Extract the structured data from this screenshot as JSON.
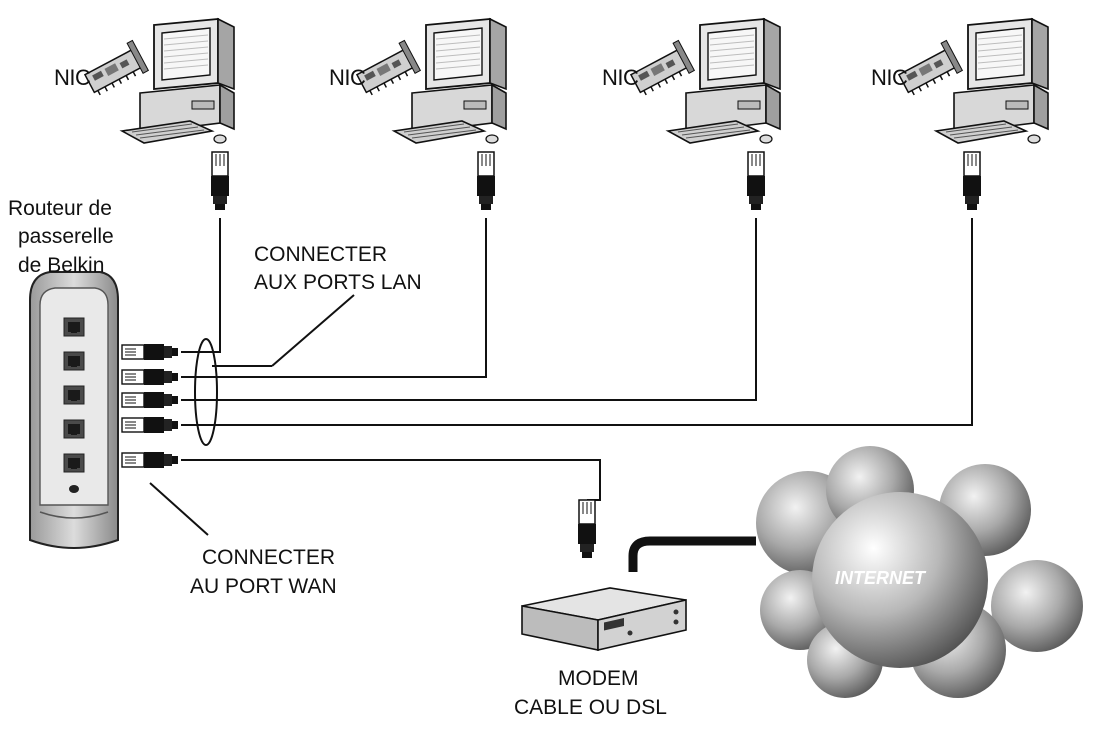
{
  "diagram": {
    "router_label": [
      "Routeur de",
      "passerelle",
      "de Belkin"
    ],
    "nic_label": "NIC",
    "lan_label": [
      "CONNECTER",
      "AUX PORTS LAN"
    ],
    "wan_label": [
      "CONNECTER",
      "AU PORT WAN"
    ],
    "modem_label": [
      "MODEM",
      "CABLE OU DSL"
    ],
    "internet_label": "INTERNET"
  }
}
